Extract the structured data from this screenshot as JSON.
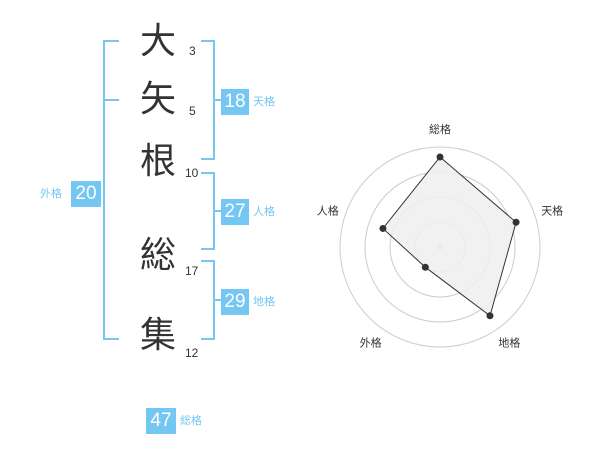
{
  "name": {
    "chars": [
      {
        "char": "大",
        "strokes": "3"
      },
      {
        "char": "矢",
        "strokes": "5"
      },
      {
        "char": "根",
        "strokes": "10"
      },
      {
        "char": "総",
        "strokes": "17"
      },
      {
        "char": "集",
        "strokes": "12"
      }
    ]
  },
  "scores": {
    "tenkaku": {
      "value": "18",
      "label": "天格"
    },
    "jinkaku": {
      "value": "27",
      "label": "人格"
    },
    "chikaku": {
      "value": "29",
      "label": "地格"
    },
    "gaikaku": {
      "value": "20",
      "label": "外格"
    },
    "soukaku": {
      "value": "47",
      "label": "総格"
    }
  },
  "chart_data": {
    "type": "radar",
    "axes": [
      "総格",
      "天格",
      "地格",
      "外格",
      "人格"
    ],
    "values": [
      0.9,
      0.8,
      0.85,
      0.25,
      0.6
    ],
    "max": 1,
    "rings": 4,
    "colors": {
      "fill": "#eeeeee",
      "line": "#333333",
      "grid": "#cccccc",
      "point": "#333333"
    }
  }
}
